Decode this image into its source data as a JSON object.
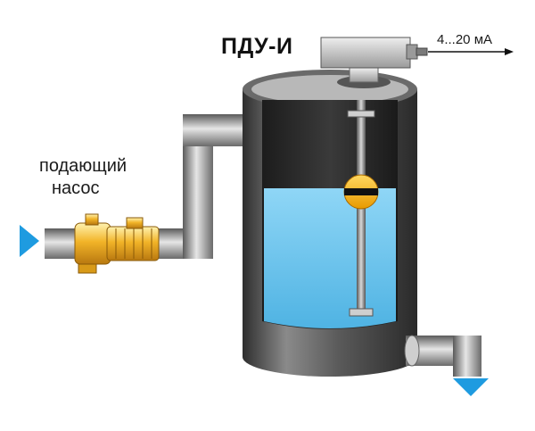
{
  "title": "ПДУ-И",
  "signal_label": "4...20 мА",
  "pump_label": {
    "line1": "подающий",
    "line2": "насос"
  },
  "liquid_level": 0.6,
  "colors": {
    "pipe": "#8a8a8a",
    "tank_body": "#4a4a4a",
    "water": "#6cc4ee",
    "arrow": "#1e9be0",
    "pump": "#f0b020",
    "float": "#f4a800",
    "sensor_head": "#c8c8c8"
  },
  "icons": {
    "inlet": "arrow-right-icon",
    "outlet": "arrow-down-icon",
    "signal": "arrow-right-icon"
  }
}
